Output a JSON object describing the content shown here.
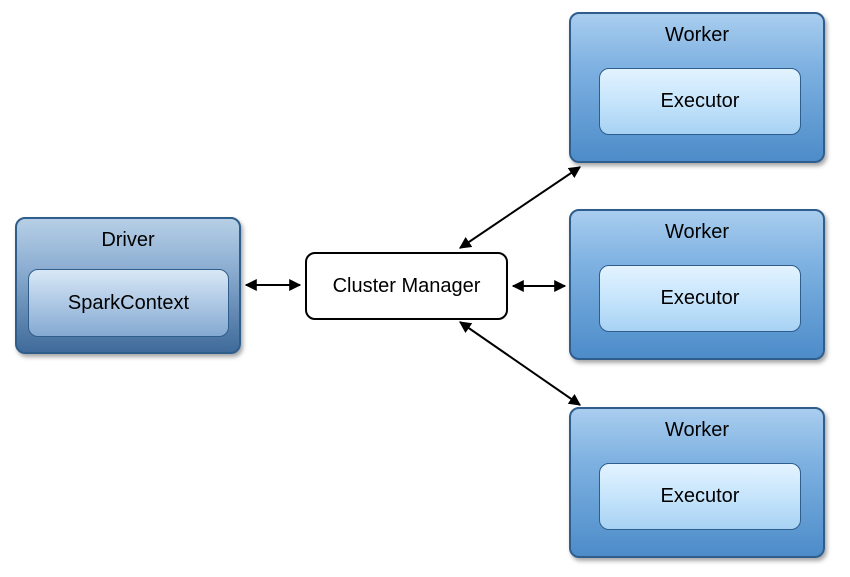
{
  "driver": {
    "title": "Driver",
    "inner_label": "SparkContext"
  },
  "cluster_manager": {
    "label": "Cluster Manager"
  },
  "workers": [
    {
      "title": "Worker",
      "executor_label": "Executor"
    },
    {
      "title": "Worker",
      "executor_label": "Executor"
    },
    {
      "title": "Worker",
      "executor_label": "Executor"
    }
  ],
  "colors": {
    "box_border": "#2f5d8c",
    "worker_fill": "#7fb2e2",
    "executor_fill": "#c3e3fb",
    "driver_fill": "#8fb0d3",
    "arrow": "#000000"
  }
}
